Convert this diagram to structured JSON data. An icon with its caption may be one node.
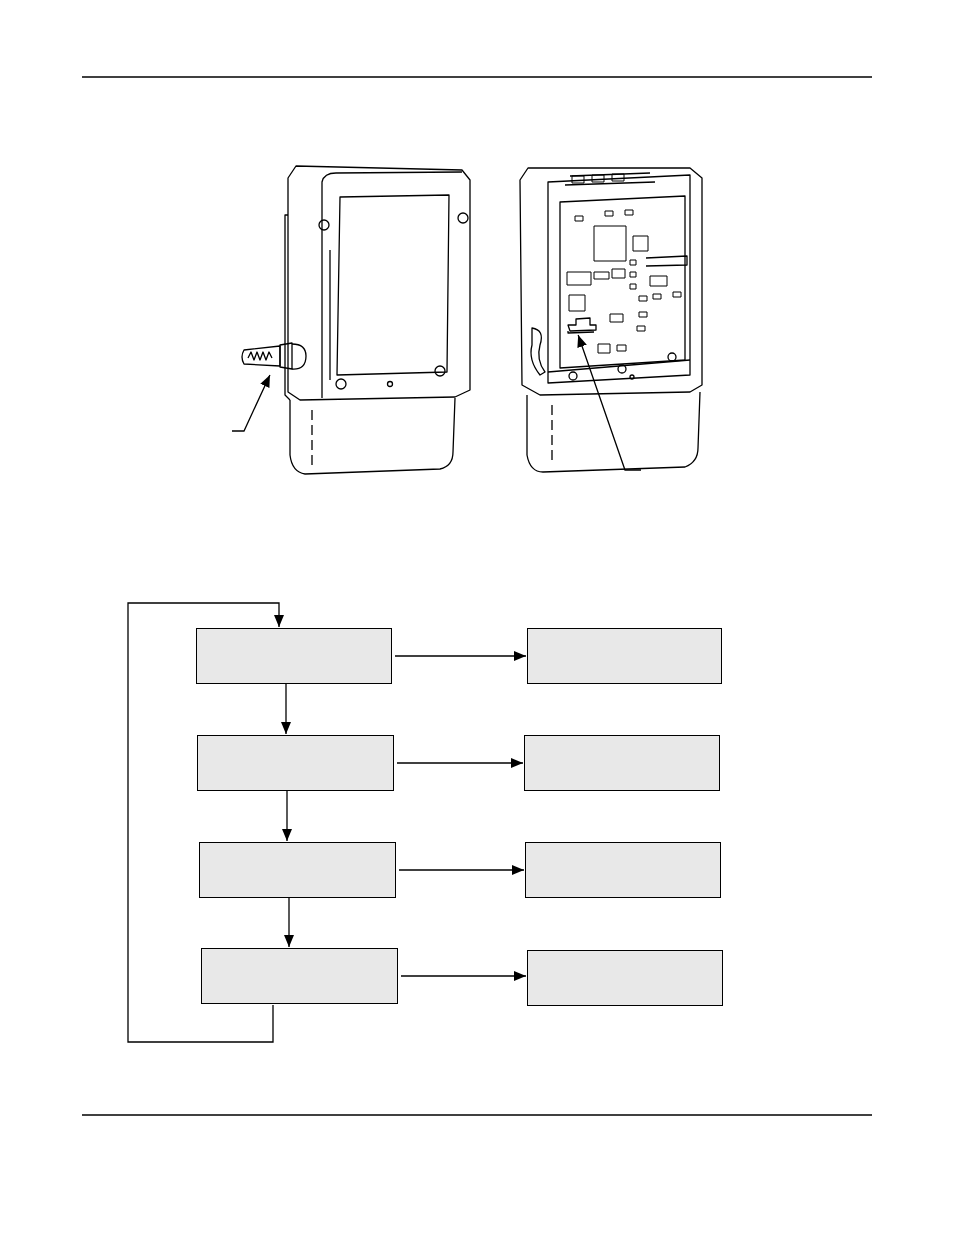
{
  "diagram": {
    "nodes": [
      {
        "text": [],
        "shape": "picture"
      },
      {
        "text": [],
        "shape": "picture"
      },
      {
        "text": [],
        "shape": "box"
      },
      {
        "text": [],
        "shape": "box"
      },
      {
        "text": [],
        "shape": "box"
      },
      {
        "text": [],
        "shape": "box"
      },
      {
        "text": [],
        "shape": "box"
      },
      {
        "text": [],
        "shape": "box"
      },
      {
        "text": [],
        "shape": "box"
      },
      {
        "text": [],
        "shape": "box"
      }
    ],
    "edges": [
      {
        "from": null,
        "to": 0,
        "arrow": "to"
      },
      {
        "from": null,
        "to": 1,
        "arrow": "to"
      },
      {
        "from": 2,
        "to": 3,
        "arrow": "to"
      },
      {
        "from": 2,
        "to": 4,
        "arrow": "to"
      },
      {
        "from": 4,
        "to": 5,
        "arrow": "to"
      },
      {
        "from": 4,
        "to": 6,
        "arrow": "to"
      },
      {
        "from": 6,
        "to": 7,
        "arrow": "to"
      },
      {
        "from": 6,
        "to": 8,
        "arrow": "to"
      },
      {
        "from": 8,
        "to": 9,
        "arrow": "to"
      },
      {
        "from": 8,
        "to": 2,
        "arrow": "to"
      }
    ]
  }
}
